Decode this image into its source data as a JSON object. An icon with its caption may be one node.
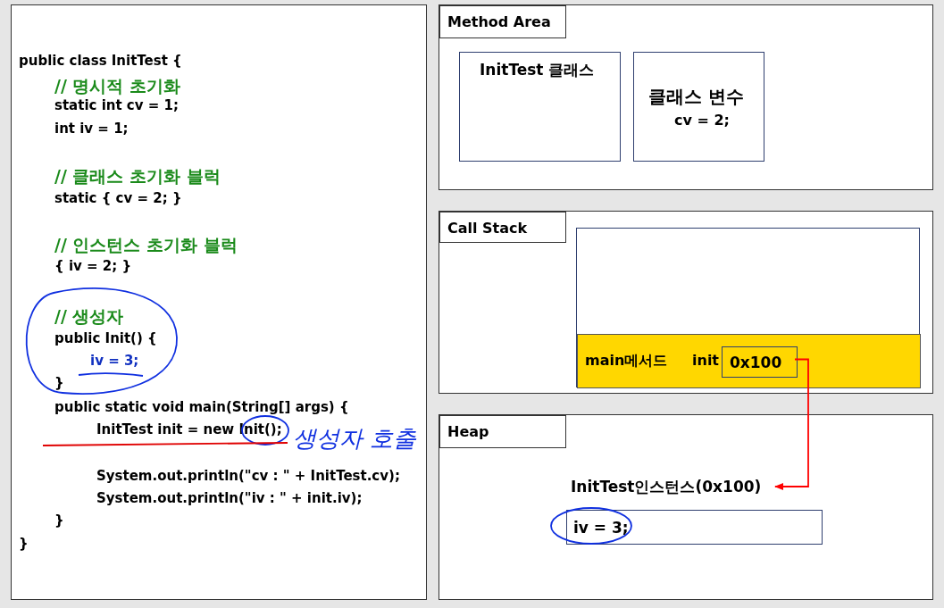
{
  "diagram": {
    "nodes": [
      {
        "text": [
          "public class InitTest {",
          "// 명시적 초기화",
          "static int cv = 1;",
          "int iv = 1;",
          "// 클래스 초기화 블럭",
          "static { cv = 2; }",
          "// 인스턴스 초기화 블럭",
          "{ iv = 2; }",
          "// 생성자",
          "public Init() {",
          "iv = 3;",
          "}",
          "public static void main(String[] args) {",
          "InitTest  init = new Init();",
          "System.out.println(\"cv : \" + InitTest.cv);",
          "System.out.println(\"iv : \" + init.iv);",
          "}",
          "}"
        ]
      },
      {
        "text": [
          "Method Area"
        ]
      },
      {
        "text": [
          "InitTest 클래스"
        ],
        "in": 1
      },
      {
        "text": [
          "클래스 변수",
          "cv = 2;"
        ],
        "in": 1
      },
      {
        "text": [
          "Call Stack"
        ]
      },
      {
        "text": [],
        "shape": "box",
        "in": 4
      },
      {
        "text": [
          "main메서드",
          "init"
        ],
        "in": 5
      },
      {
        "text": [
          "0x100"
        ],
        "in": 6
      },
      {
        "text": [
          "Heap"
        ]
      },
      {
        "text": [
          "InitTest인스턴스(0x100)"
        ],
        "in": 8
      },
      {
        "text": [
          "iv = 3;"
        ],
        "in": 8
      }
    ],
    "edges": [
      {
        "from": 7,
        "to": 9,
        "arrow": "to",
        "color": "#ff0000"
      }
    ],
    "labels": [
      "생성자 호출"
    ]
  }
}
